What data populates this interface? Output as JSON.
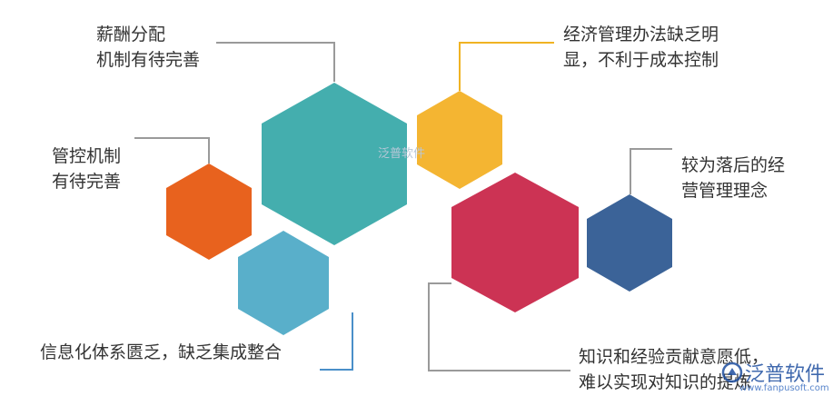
{
  "labels": {
    "salary": "薪酬分配\n机制有待完善",
    "control": "管控机制\n有待完善",
    "info": "信息化体系匮乏，缺乏集成整合",
    "cost": "经济管理办法缺乏明\n显，不利于成本控制",
    "concept": "较为落后的经\n营管理理念",
    "knowledge": "知识和经验贡献意愿低，\n难以实现对知识的提炼"
  },
  "watermark": {
    "center_text": "泛普软件",
    "brand": "泛普软件",
    "url": "www.fanpusoft.com"
  },
  "colors": {
    "teal": "#44aeae",
    "orange": "#e8621e",
    "sky": "#59afca",
    "yellow": "#f4b532",
    "crimson": "#cc3354",
    "navy": "#3b6398",
    "line_gray": "#9a9a9a",
    "line_yellow": "#f0b323",
    "line_blue": "#4a8fc9"
  },
  "icons": {
    "logo": "fanpu-logo-icon"
  }
}
